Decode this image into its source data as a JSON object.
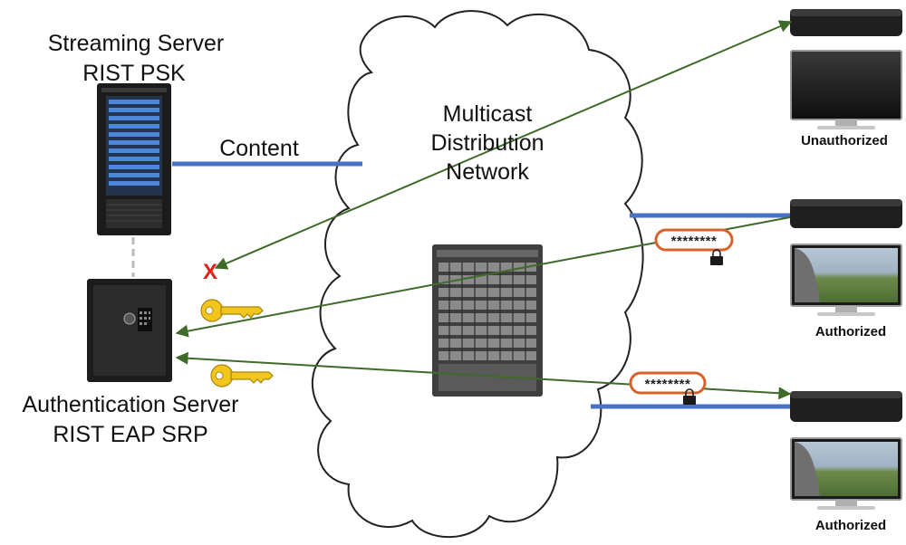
{
  "streaming_server": {
    "title_line1": "Streaming Server",
    "title_line2": "RIST PSK"
  },
  "content_link": {
    "label": "Content"
  },
  "network": {
    "line1": "Multicast",
    "line2": "Distribution",
    "line3": "Network"
  },
  "auth_server": {
    "title_line1": "Authentication Server",
    "title_line2": "RIST EAP SRP"
  },
  "deny_mark": "X",
  "clients": [
    {
      "status": "Unauthorized"
    },
    {
      "status": "Authorized",
      "password": "********"
    },
    {
      "status": "Authorized",
      "password": "********"
    }
  ],
  "colors": {
    "content_line": "#4a72c4",
    "auth_arrow": "#3e6b2a",
    "deny_mark": "#e0201a",
    "key": "#f2c51c",
    "password_border": "#d8622b"
  }
}
